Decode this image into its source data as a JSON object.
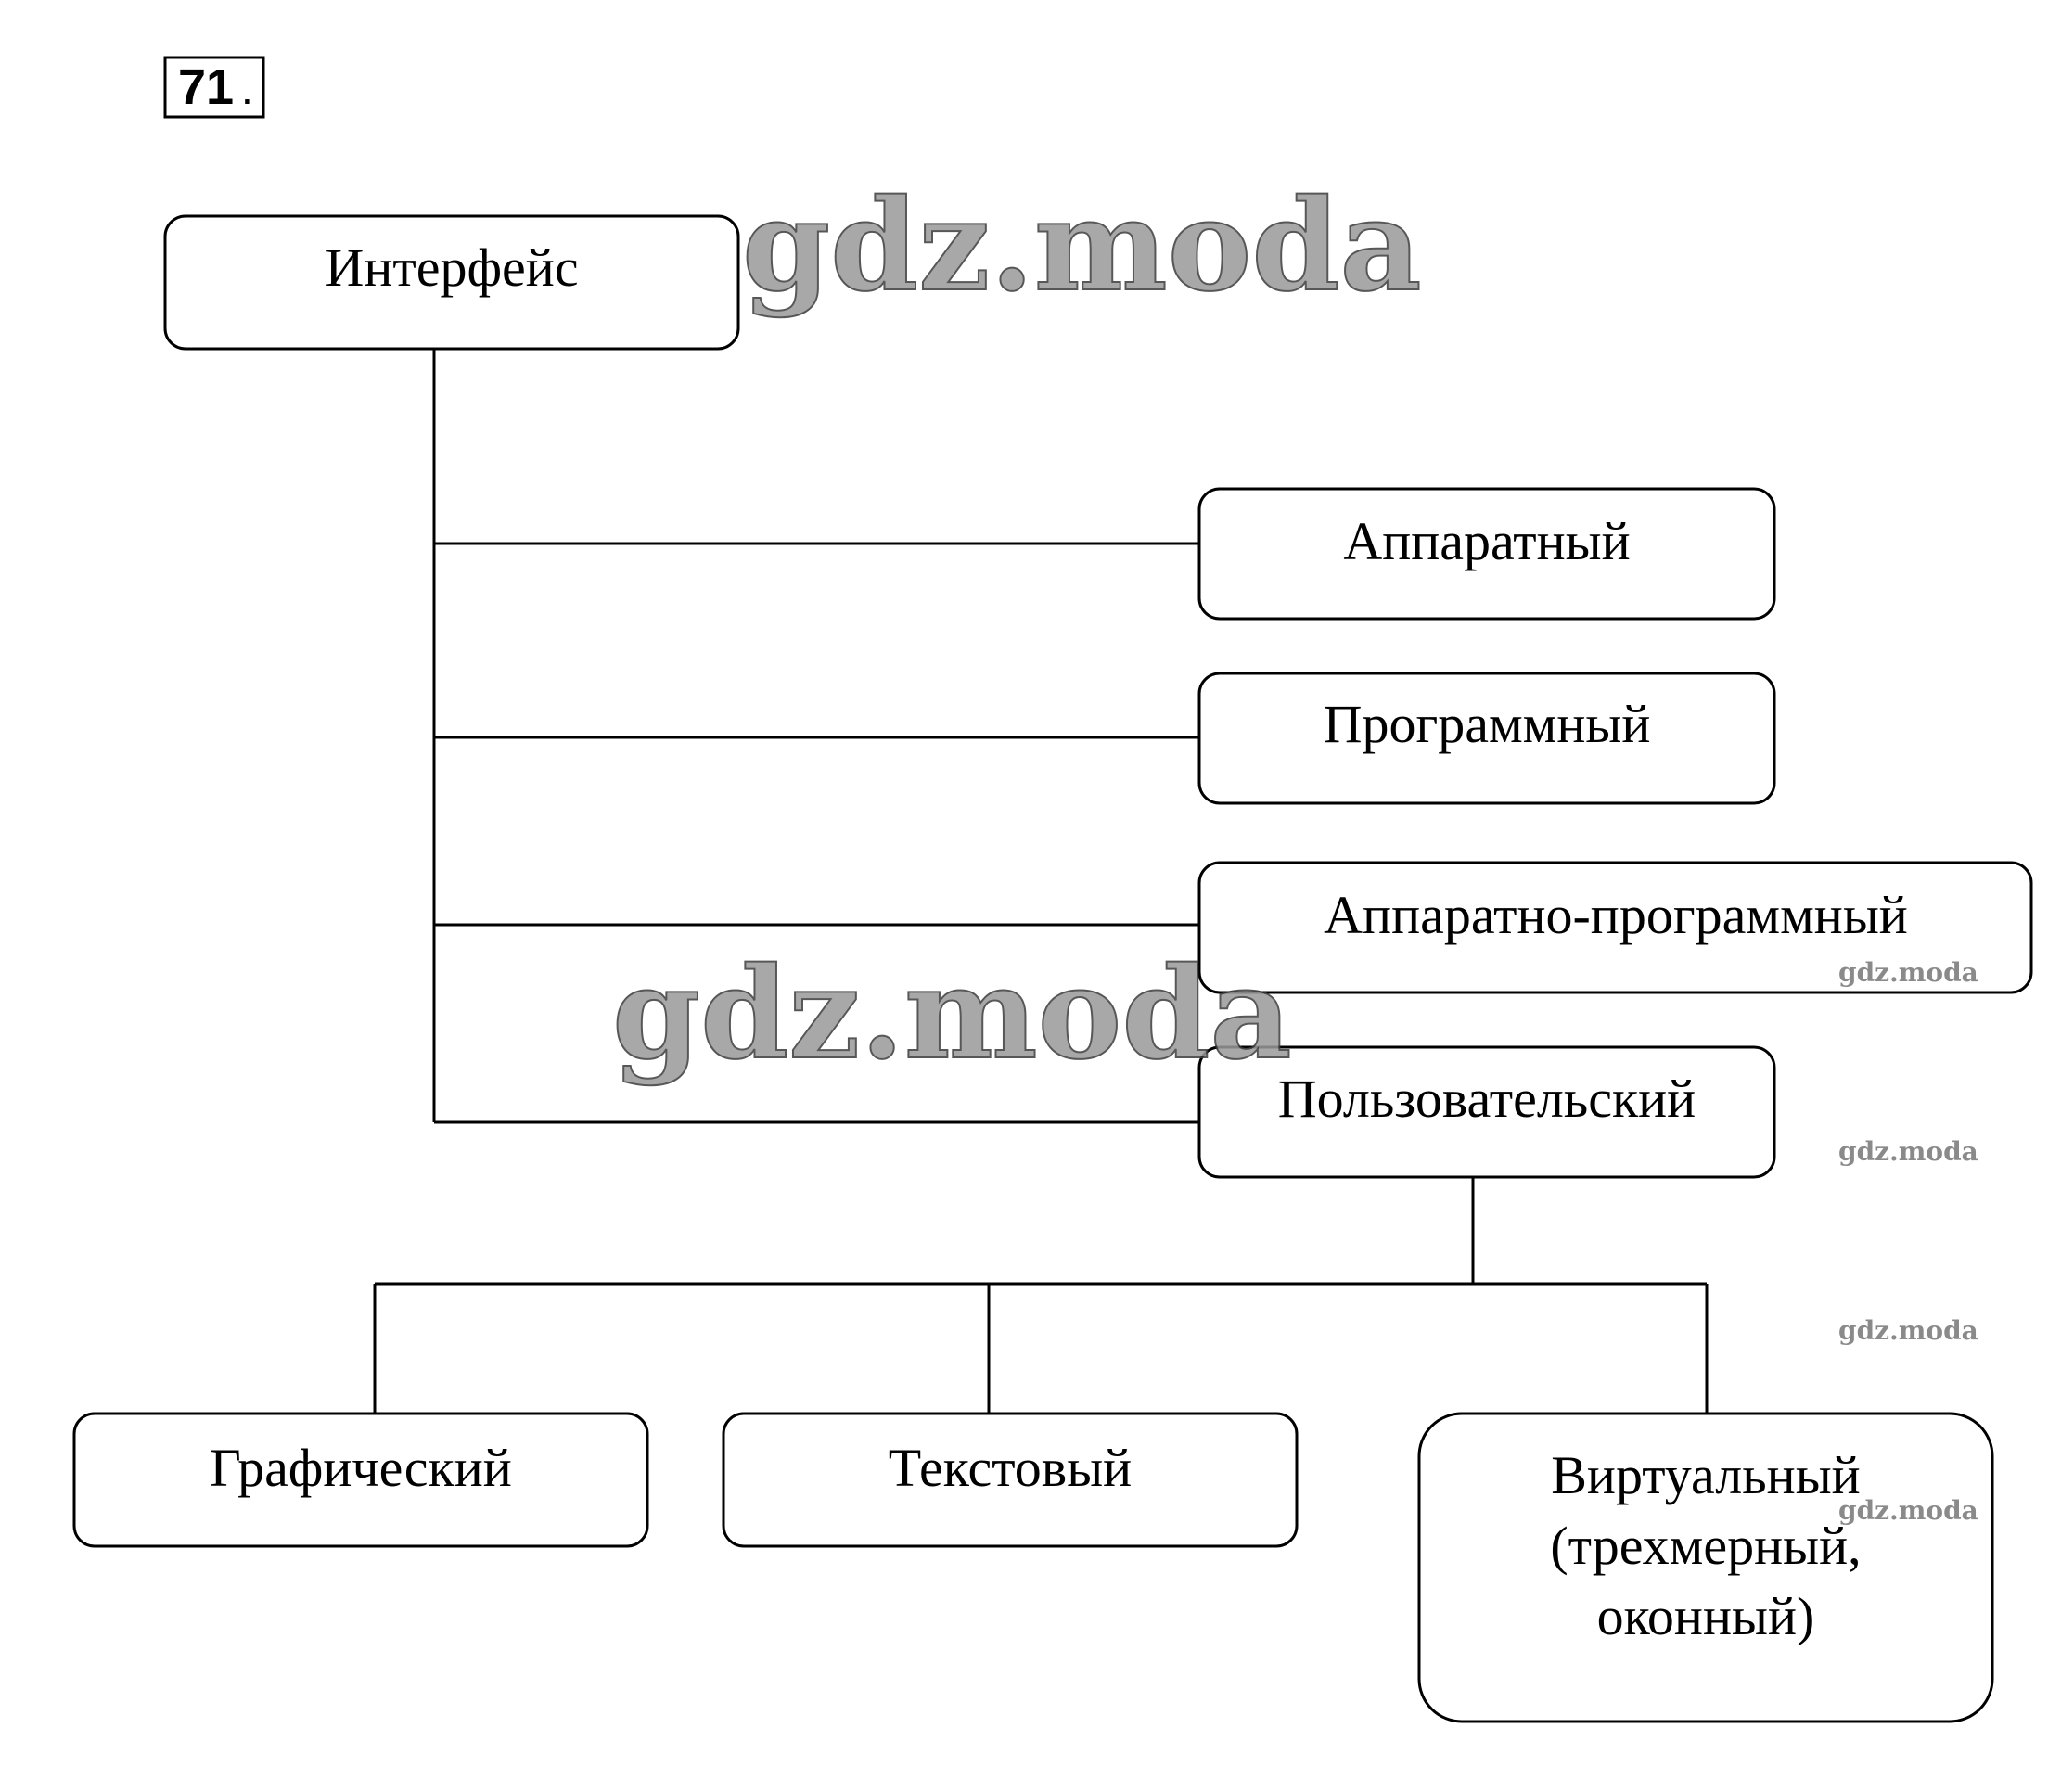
{
  "task_number": "71",
  "task_number_suffix": ".",
  "watermark": "gdz.moda",
  "nodes": {
    "root": "Интерфейс",
    "hardware": "Аппаратный",
    "software": "Программный",
    "hardware_software": "Аппаратно-программный",
    "user": "Пользовательский",
    "graphic": "Графический",
    "text": "Текстовый",
    "virtual": [
      "Виртуальный",
      "(трехмерный,",
      "оконный)"
    ]
  }
}
